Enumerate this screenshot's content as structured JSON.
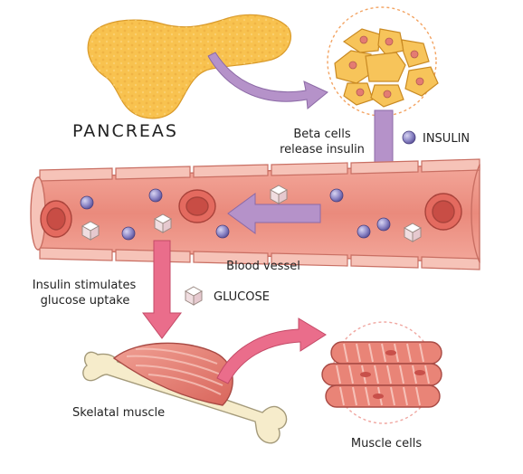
{
  "labels": {
    "pancreas": "PANCREAS",
    "beta_line1": "Beta cells",
    "beta_line2": "release insulin",
    "insulin": "INSULIN",
    "blood_vessel": "Blood vessel",
    "stim_line1": "Insulin stimulates",
    "stim_line2": "glucose uptake",
    "glucose": "GLUCOSE",
    "skeletal_muscle": "Skelatal muscle",
    "muscle_cells": "Muscle cells"
  },
  "colors": {
    "pancreas": "#f8c24f",
    "beta_cell": "#f7c45a",
    "vessel_wall": "#f2a79a",
    "vessel_inner": "#e98577",
    "insulin_dot": "#8c86c6",
    "arrow_purple": "#b592c9",
    "arrow_pink": "#ea6d8b",
    "muscle": "#e98477",
    "bone": "#f6eccb"
  }
}
